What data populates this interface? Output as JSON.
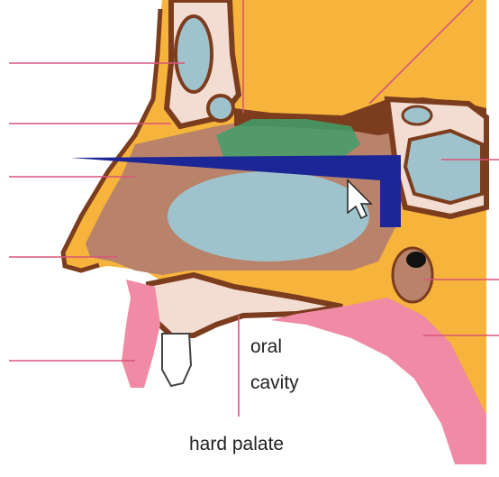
{
  "labels": {
    "oral": "oral",
    "cavity": "cavity",
    "hard_palate": "hard palate"
  },
  "colors": {
    "background": "#ffffff",
    "head_fill": "#f7b43c",
    "bone": "#7b3d1e",
    "bone_spongy": "#f3ddd2",
    "sinus": "#9fc3cc",
    "nasal_tissue": "#b8836a",
    "olfactory": "#3f9f6a",
    "pointer": "#1c2696",
    "mucosa_pink": "#f08aa5",
    "leader_line": "#d9557a"
  },
  "icons": {
    "pointer": "cursor-arrow-icon"
  }
}
